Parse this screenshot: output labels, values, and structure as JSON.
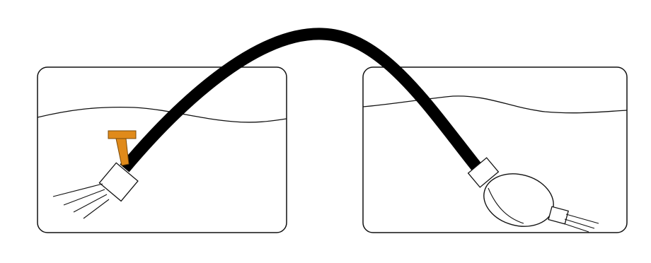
{
  "diagram": {
    "labels": [],
    "colors": {
      "background": "#ffffff",
      "outline": "#111111",
      "hose": "#000000",
      "handle_fill": "#e08a1a",
      "handle_outline": "#7a4a08",
      "container_fill": "#ffffff"
    },
    "elements": {
      "left_container": "tank",
      "right_container": "tank",
      "hose": "siphon-hose",
      "left_fitting": "nozzle",
      "left_valve": "t-valve",
      "right_fitting": "bulb-pump"
    }
  }
}
